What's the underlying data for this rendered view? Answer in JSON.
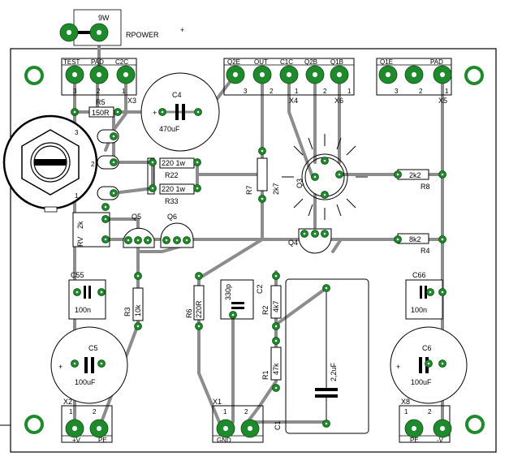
{
  "board": {
    "trace_color": "#8c8c8c",
    "pad_color": "#1f8a2c",
    "outline_color": "#000000"
  },
  "connectors": {
    "x3": {
      "ref": "X3",
      "pins": [
        "TEST",
        "PAD",
        "C2C"
      ],
      "nums": [
        "3",
        "2",
        "1"
      ]
    },
    "x4": {
      "ref": "X4",
      "pins": [
        "Q2E",
        "OUT",
        "C1C"
      ],
      "nums": [
        "3",
        "2",
        "1"
      ]
    },
    "x6": {
      "ref": "X6",
      "pins": [
        "Q2B",
        "Q1B"
      ],
      "nums": [
        "2",
        "1"
      ]
    },
    "x5": {
      "ref": "X5",
      "pins": [
        "Q1E",
        "",
        "PAD"
      ],
      "nums": [
        "3",
        "2",
        "1"
      ]
    },
    "x2": {
      "ref": "X2",
      "pins": [
        "+V",
        "PE"
      ],
      "nums": [
        "1",
        "2"
      ]
    },
    "x1": {
      "ref": "X1",
      "pins": [
        "GND",
        ""
      ],
      "nums": [
        "1",
        "2"
      ]
    },
    "x8": {
      "ref": "X8",
      "pins": [
        "PE",
        "-V"
      ],
      "nums": [
        "1",
        "2"
      ]
    }
  },
  "rpower": {
    "value": "9W",
    "ref": "RPOWER",
    "mark": "+"
  },
  "resistors": {
    "r5": {
      "ref": "R5",
      "value": "150R"
    },
    "r2a": {
      "value": "220 1w",
      "ref": "R22"
    },
    "r3a": {
      "value": "220 1w",
      "ref": "R33"
    },
    "r7": {
      "ref": "R7",
      "value": "2k7"
    },
    "r8": {
      "ref": "R8",
      "value": "2k2"
    },
    "r4": {
      "ref": "R4",
      "value": "8k2"
    },
    "r3": {
      "ref": "R3",
      "value": "10k"
    },
    "r6": {
      "ref": "R6",
      "value": "220R"
    },
    "r2": {
      "ref": "R2",
      "value": "4k7"
    },
    "r1": {
      "ref": "R1",
      "value": "47k"
    }
  },
  "capacitors": {
    "c4": {
      "ref": "C4",
      "value": "470uF"
    },
    "c55": {
      "ref": "C55",
      "value": "100n"
    },
    "c66": {
      "ref": "C66",
      "value": "100n"
    },
    "c5": {
      "ref": "C5",
      "value": "100uF"
    },
    "c6": {
      "ref": "C6",
      "value": "100uF"
    },
    "c2": {
      "ref": "C2",
      "value": "330p"
    },
    "c1": {
      "ref": "C1",
      "value": "2,2uF"
    }
  },
  "semis": {
    "q1": {
      "ref": "Q5"
    },
    "q2": {
      "ref": "Q6"
    },
    "q3": {
      "ref": "Q3"
    },
    "q4": {
      "ref": "Q4"
    },
    "rv": {
      "ref": "RV",
      "value": "2k"
    }
  },
  "pot": {
    "pins": [
      "3",
      "2",
      "1"
    ]
  }
}
